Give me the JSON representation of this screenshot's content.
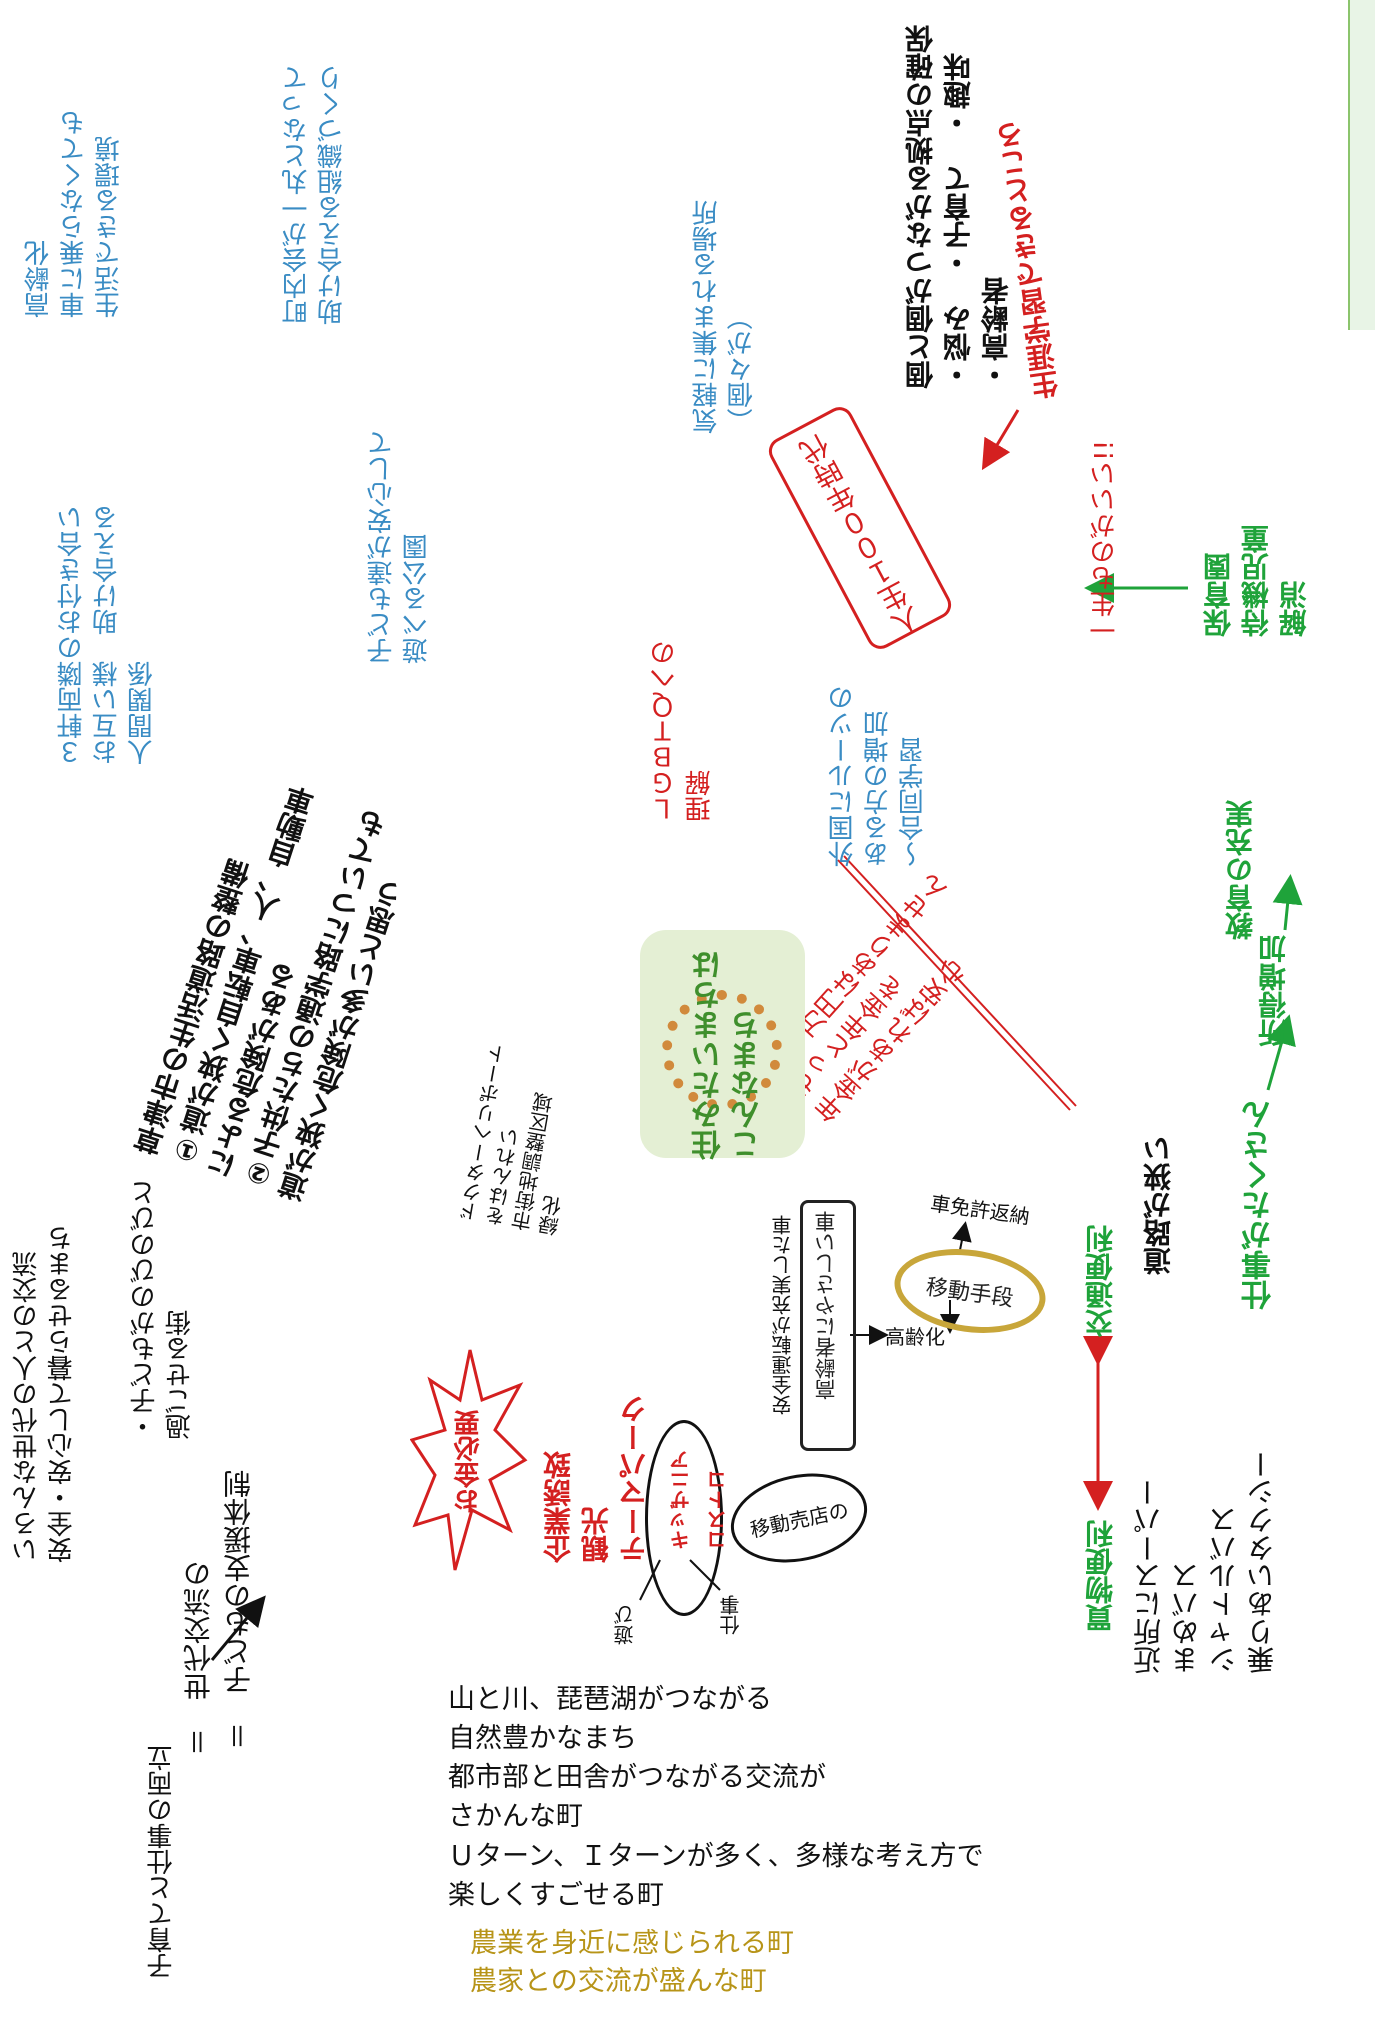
{
  "notes": {
    "koreika_env": "高齢化\n車に乗らなくても\n生活できる環境",
    "chonaikai": "町内会が一丸となって\n助け合える組織づくり",
    "kodomo_koen": "子ども達が安心して\n遊べる公園",
    "kinjo": "３軒両隣のお付き合い\nお互い様　助け合える\n人間関係",
    "kigaru": "気軽に集まれる場所\n（個々が）",
    "kyoten": "個と個がつながる拠点の確保\n・悩み　・子育て　・趣味\n・高齢者",
    "shogai_gakushu": "生涯学習できるところ",
    "jinsei100": "人生１００年時代",
    "isshogai": "一生ものがいい!!",
    "hoikuen": "保育園\n待機児童\n解消",
    "lgbtq": "ＬＧＢＴＱへの\n理解",
    "gaikoku": "外国にルーツの\nある方の増加\n〜合同学習",
    "kyoiku": "教育の充実",
    "shotoku": "所得増加",
    "shigoto": "仕事がたくさん",
    "doro_semai": "道路が狭い",
    "kotsu_benri": "交通便利",
    "kaimono_benri": "買物便利",
    "transport_list": "近所にスーパー\nまめバス\nシャトルバス\n乗りあいタクシー",
    "nisen_en": "２千万円はありません\nもっと年金を\n年金があれば安心",
    "seikatsu_doro": "草津市の生活道路の整備\n①道が狭く自転車、人、自動車\nによる危険がある\n②子供たちの通学路についても\n道が狭く危険が多いと思う",
    "shigai_chosei": "ドクターヘリポート\nをはんれい\n市街地調整区域\n緑化",
    "kodomo_nobinobi": "・子どもがのびのびと\n過ごせる街",
    "sedai_koryu_town": "いろんな世代の人との交流\n安全・安心して暮らせるまち",
    "equals1": "＝　子どもの支援体制",
    "equals2": "＝　世代交流の",
    "kosodate_shigoto": "子育てと仕事の両立",
    "yama_kawa": "山と川、琵琶湖がつながる\n自然豊かなまち\n都市部と田舎がつながる交流が\nさかんな町\nＵターン、Ｉターンが多く、多様な考え方で\n楽しくすごせる町",
    "nogyo": "農業を身近に感じられる町\n農家との交流が盛んな町",
    "okane": "お金必要",
    "kigyo": "企業誘致\n観光\nテーマパーク",
    "kyzania": "キッザニア",
    "costco": "コストコ",
    "shigoto_small": "仕事",
    "asobi_small": "遊び",
    "idobaiten": "移動売店の",
    "idoshudan": "移動手段",
    "menkyo": "車免許返納",
    "koreika": "高齢化",
    "yasashii_kuruma": "高齢者にやさしい車",
    "anzen_unten": "安全運転が充実した車"
  },
  "center": {
    "title": "住みたいまちは\nこんなまち"
  },
  "colors": {
    "blue": "#3a8cc4",
    "red": "#d42020",
    "green": "#1fa33a",
    "olive": "#b79418",
    "badge_bg": "#e4efd4"
  }
}
